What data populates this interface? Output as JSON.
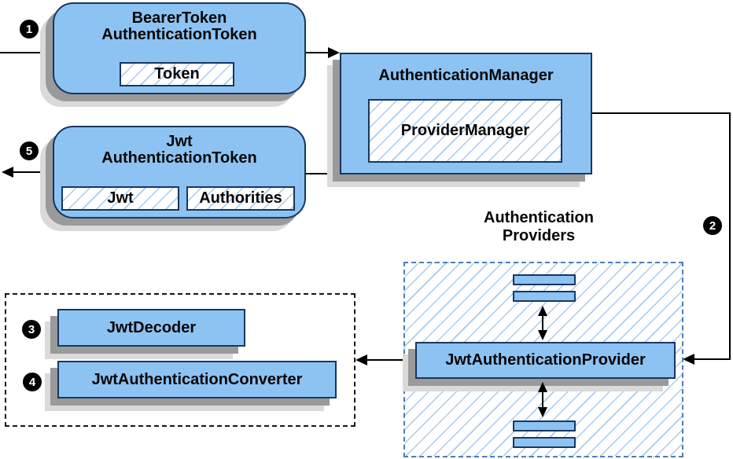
{
  "colors": {
    "node_fill": "#8dc3f2",
    "node_border": "#17375e",
    "hatch_line": "#a8cbee",
    "container_dash": "#4a7ebf",
    "shadow_dark": "#9a9a9a",
    "shadow_light": "#dadada",
    "arrow": "#000000"
  },
  "badges": {
    "step1": "1",
    "step2": "2",
    "step3": "3",
    "step4": "4",
    "step5": "5"
  },
  "nodes": {
    "bearer_token": {
      "title_line1": "BearerToken",
      "title_line2": "AuthenticationToken",
      "chip": "Token"
    },
    "authentication_manager": {
      "title": "AuthenticationManager",
      "chip": "ProviderManager"
    },
    "jwt_authentication_token": {
      "title_line1": "Jwt",
      "title_line2": "AuthenticationToken",
      "chip_jwt": "Jwt",
      "chip_authorities": "Authorities"
    },
    "providers_group": {
      "label_line1": "Authentication",
      "label_line2": "Providers"
    },
    "jwt_authentication_provider": {
      "title": "JwtAuthenticationProvider"
    },
    "jwt_decoder": {
      "title": "JwtDecoder"
    },
    "jwt_authentication_converter": {
      "title": "JwtAuthenticationConverter"
    }
  }
}
